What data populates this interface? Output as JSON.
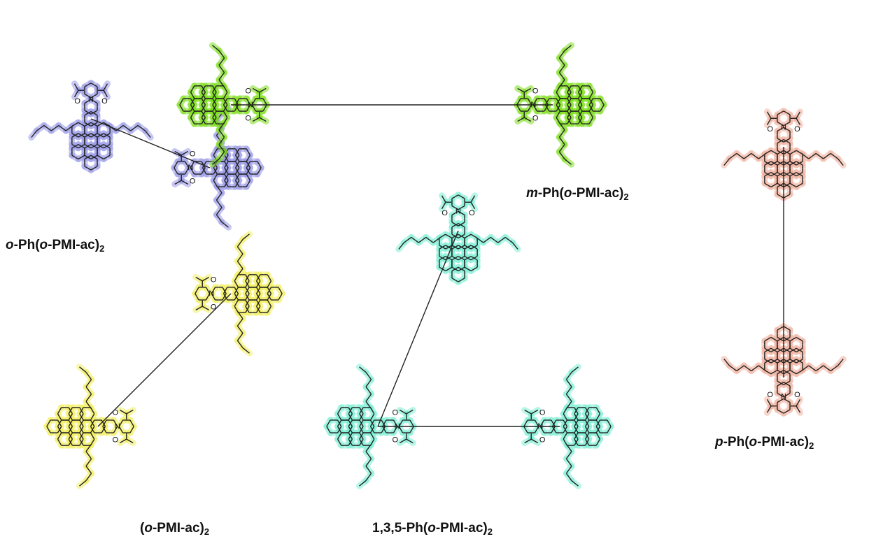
{
  "molecules": [
    {
      "id": "o-ph",
      "prefix": "o",
      "mid": "-Ph(",
      "inner": "o",
      "tail": "-PMI-ac)",
      "sub": "2",
      "color": "#9b9be8"
    },
    {
      "id": "m-ph",
      "prefix": "m",
      "mid": "-Ph(",
      "inner": "o",
      "tail": "-PMI-ac)",
      "sub": "2",
      "color": "#7ee01a"
    },
    {
      "id": "p-ph",
      "prefix": "p",
      "mid": "-Ph(",
      "inner": "o",
      "tail": "-PMI-ac)",
      "sub": "2",
      "color": "#f2b3a1"
    },
    {
      "id": "dimer",
      "prefix": "",
      "mid": "(",
      "inner": "o",
      "tail": "-PMI-ac)",
      "sub": "2",
      "color": "#f4f060"
    },
    {
      "id": "tri",
      "prefix": "",
      "mid": "1,3,5-Ph(",
      "inner": "o",
      "tail": "-PMI-ac)",
      "sub": "2",
      "color": "#7ff0d6"
    }
  ],
  "atoms": {
    "nitrogen": "N",
    "oxygen": "O"
  }
}
